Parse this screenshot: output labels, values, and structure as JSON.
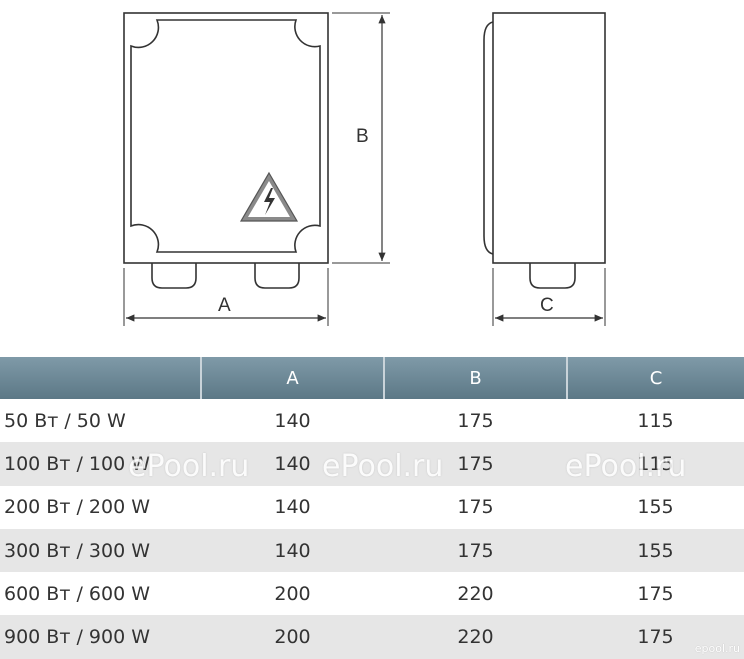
{
  "drawing": {
    "front_label": "A",
    "height_label": "B",
    "side_label": "C"
  },
  "table": {
    "headers": [
      "",
      "A",
      "B",
      "C"
    ],
    "rows": [
      [
        "50 Вт  / 50 W",
        "140",
        "175",
        "115"
      ],
      [
        "100 Вт  / 100 W",
        "140",
        "175",
        "115"
      ],
      [
        "200 Вт  / 200 W",
        "140",
        "175",
        "155"
      ],
      [
        "300 Вт  / 300 W",
        "140",
        "175",
        "155"
      ],
      [
        "600 Вт  / 600 W",
        "200",
        "220",
        "175"
      ],
      [
        "900 Вт  / 900 W",
        "200",
        "220",
        "175"
      ]
    ]
  },
  "watermark": {
    "text": "ePool.ru",
    "logo": "epool.ru"
  }
}
